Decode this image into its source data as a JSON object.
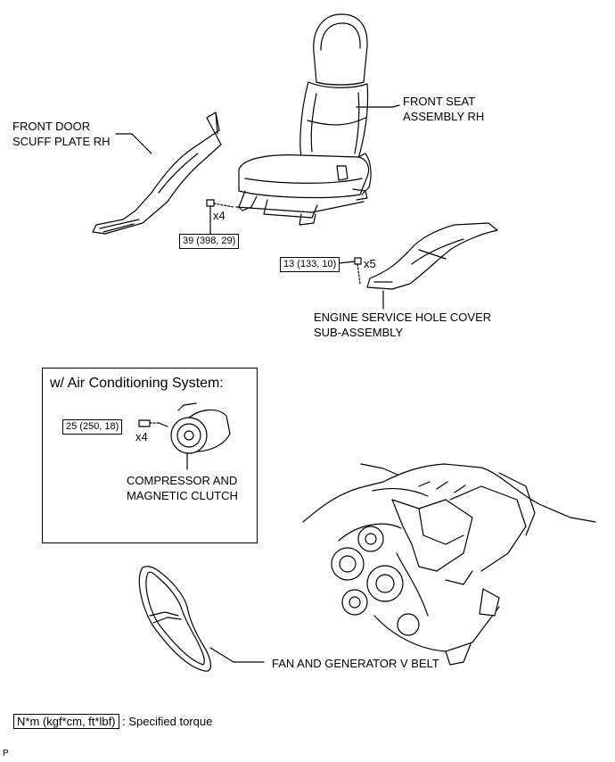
{
  "labels": {
    "front_seat": [
      "FRONT SEAT",
      "ASSEMBLY RH"
    ],
    "scuff_plate": [
      "FRONT DOOR",
      "SCUFF PLATE RH"
    ],
    "engine_cover": [
      "ENGINE SERVICE HOLE COVER",
      "SUB-ASSEMBLY"
    ],
    "compressor": [
      "COMPRESSOR AND",
      "MAGNETIC CLUTCH"
    ],
    "v_belt": "FAN AND GENERATOR V BELT"
  },
  "torques": {
    "seat_bolt": "39 (398, 29)",
    "cover_bolt": "13 (133, 10)",
    "compressor_bolt": "25 (250, 18)"
  },
  "quantities": {
    "seat_bolt": "x4",
    "cover_bolt": "x5",
    "compressor_bolt": "x4"
  },
  "ac_box_title": "w/ Air Conditioning System:",
  "legend": {
    "unit": "N*m (kgf*cm, ft*lbf)",
    "description": ": Specified torque"
  },
  "corner_mark": "P"
}
